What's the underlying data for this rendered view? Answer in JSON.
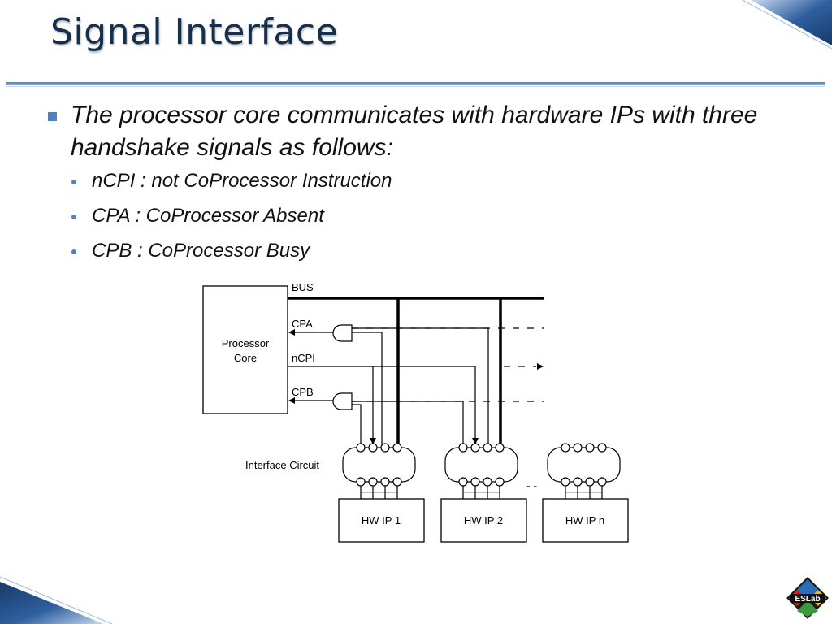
{
  "slide": {
    "title": "Signal Interface",
    "bullet": "The processor core communicates with hardware IPs with three handshake signals as follows:",
    "sub_bullets": [
      "nCPI : not CoProcessor Instruction",
      "CPA : CoProcessor Absent",
      "CPB : CoProcessor Busy"
    ]
  },
  "diagram": {
    "processor_label_line1": "Processor",
    "processor_label_line2": "Core",
    "bus_label": "BUS",
    "cpa_label": "CPA",
    "ncpi_label": "nCPI",
    "cpb_label": "CPB",
    "interface_label": "Interface Circuit",
    "hw_ip_labels": [
      "HW IP 1",
      "HW IP 2",
      "HW IP n"
    ],
    "ellipsis": "- -"
  },
  "logo": {
    "text": "ESLab"
  },
  "colors": {
    "title": "#14304e",
    "accent": "#4f81bd",
    "corner": "#1f4e8c"
  }
}
